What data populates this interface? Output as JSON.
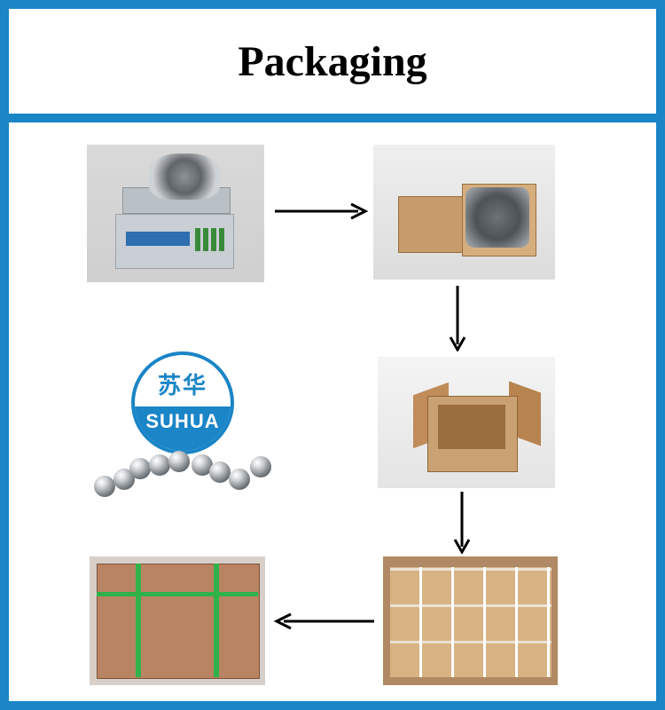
{
  "header": {
    "title": "Packaging"
  },
  "logo": {
    "chinese_text": "苏华",
    "brand_text": "SUHUA"
  },
  "colors": {
    "frame": "#1a85c7",
    "arrow": "#000000",
    "strap": "#2fb24a"
  },
  "steps": [
    {
      "name": "weighing-scale-photo"
    },
    {
      "name": "bagged-balls-in-box-photo"
    },
    {
      "name": "open-carton-photo"
    },
    {
      "name": "packed-boxes-crate-photo"
    },
    {
      "name": "strapped-pallet-photo"
    }
  ]
}
